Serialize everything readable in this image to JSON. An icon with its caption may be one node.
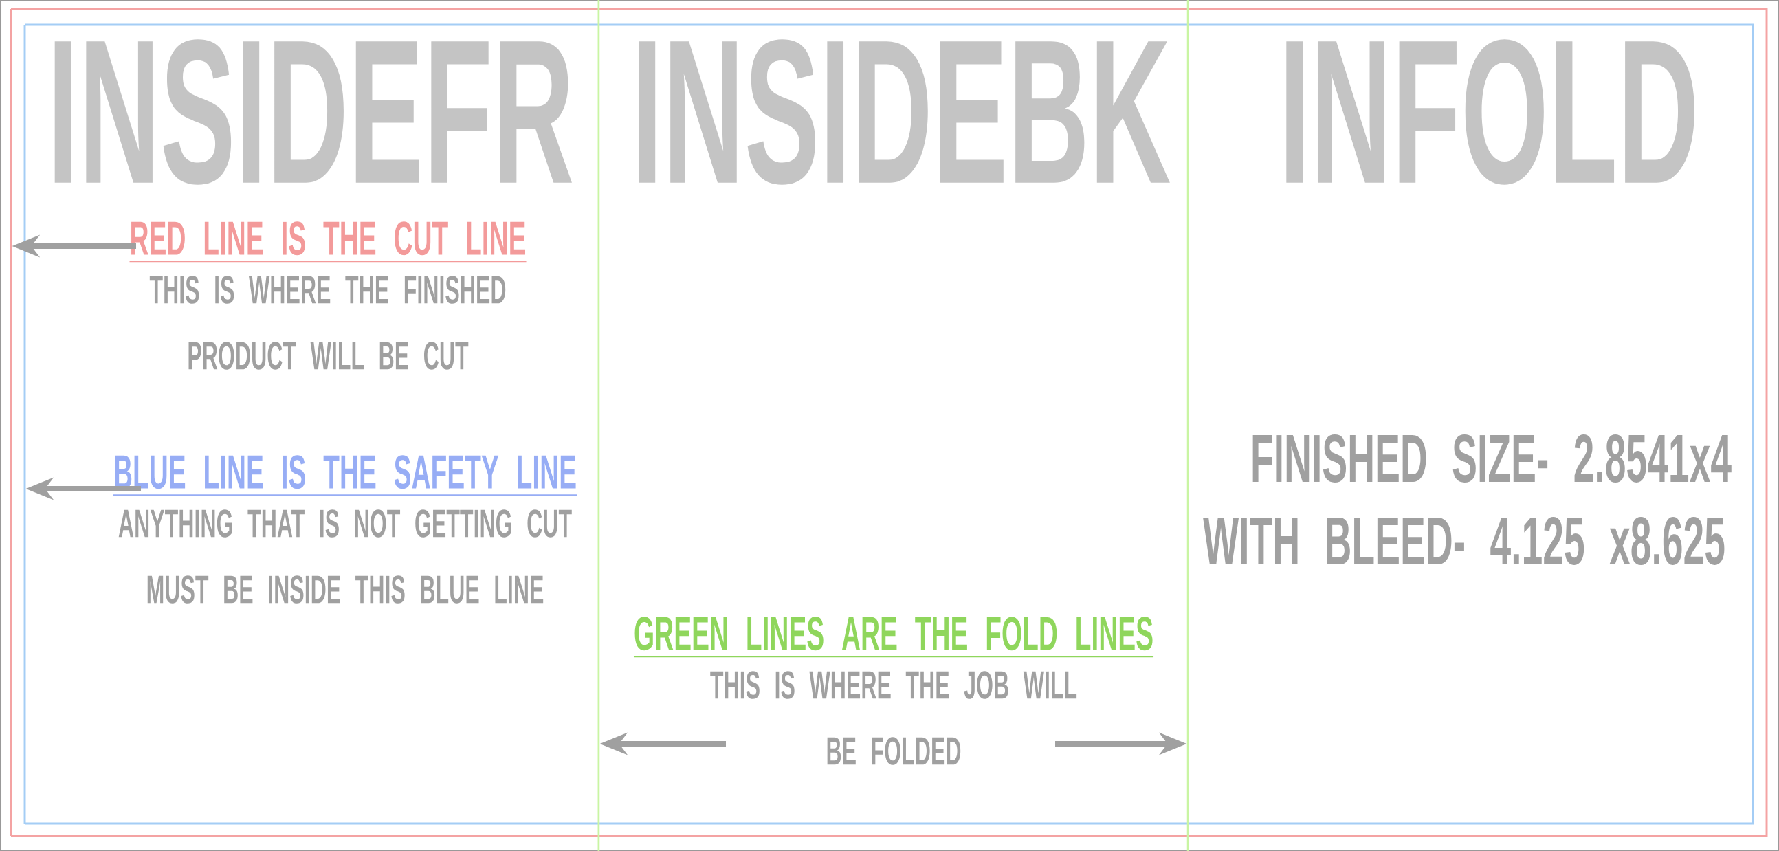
{
  "diagram": {
    "nodes": [
      {
        "text": [
          "RED LINE IS THE CUT LINE",
          "THIS IS WHERE THE FINISHED PRODUCT WILL BE CUT"
        ]
      },
      {
        "text": [
          "BLUE LINE IS THE SAFETY LINE",
          "ANYTHING THAT IS NOT GETTING CUT MUST BE INSIDE THIS BLUE LINE"
        ]
      },
      {
        "text": [
          "GREEN LINES ARE THE FOLD LINES",
          "THIS IS WHERE THE JOB WILL BE FOLDED"
        ]
      },
      {
        "text": [],
        "shape": "line"
      },
      {
        "text": [],
        "shape": "line"
      },
      {
        "text": [],
        "shape": "line"
      },
      {
        "text": [],
        "shape": "line"
      }
    ],
    "edges": [
      {
        "from": 0,
        "to": 3,
        "arrow": "to"
      },
      {
        "from": 1,
        "to": 4,
        "arrow": "to"
      },
      {
        "from": 2,
        "to": 5,
        "arrow": "to"
      },
      {
        "from": 2,
        "to": 6,
        "arrow": "to"
      }
    ],
    "labels": [
      "INSIDEFR",
      "INSIDEBK",
      "INFOLD",
      "FINISHED SIZE- 2.8541x4",
      "WITH BLEED- 4.125 x8.625"
    ]
  }
}
